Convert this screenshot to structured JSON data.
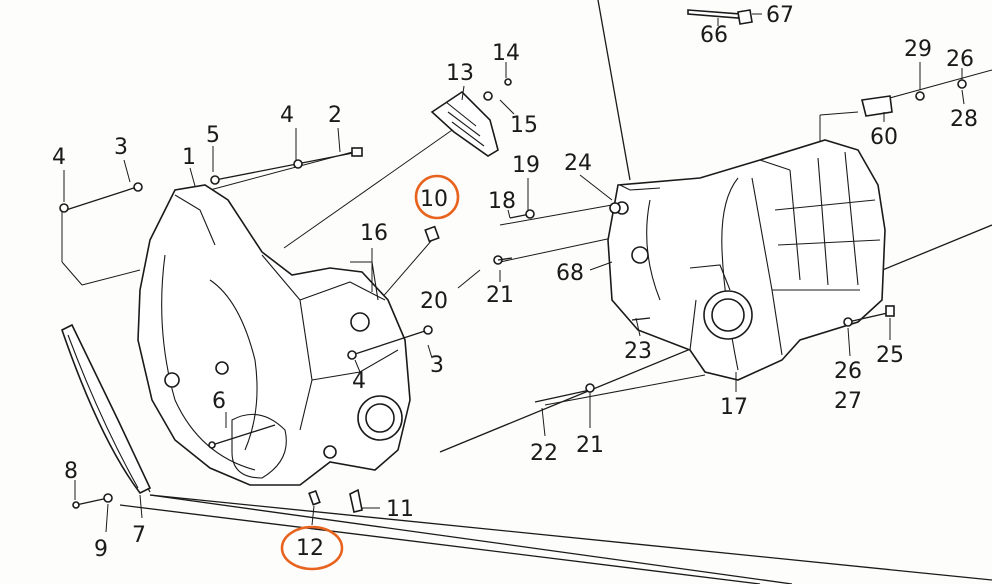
{
  "callouts": {
    "c1": "1",
    "c2": "2",
    "c3a": "3",
    "c3b": "3",
    "c4a": "4",
    "c4b": "4",
    "c4c": "4",
    "c5": "5",
    "c6": "6",
    "c7": "7",
    "c8": "8",
    "c9": "9",
    "c10": "10",
    "c11": "11",
    "c12": "12",
    "c13": "13",
    "c14": "14",
    "c15": "15",
    "c16": "16",
    "c17": "17",
    "c18": "18",
    "c19": "19",
    "c20": "20",
    "c21a": "21",
    "c21b": "21",
    "c22": "22",
    "c23": "23",
    "c24": "24",
    "c25": "25",
    "c26a": "26",
    "c26b": "26",
    "c27": "27",
    "c28": "28",
    "c29": "29",
    "c60": "60",
    "c66": "66",
    "c67": "67",
    "c68": "68"
  },
  "highlight_color": "#e8641e",
  "line_color": "#1a1a1a"
}
